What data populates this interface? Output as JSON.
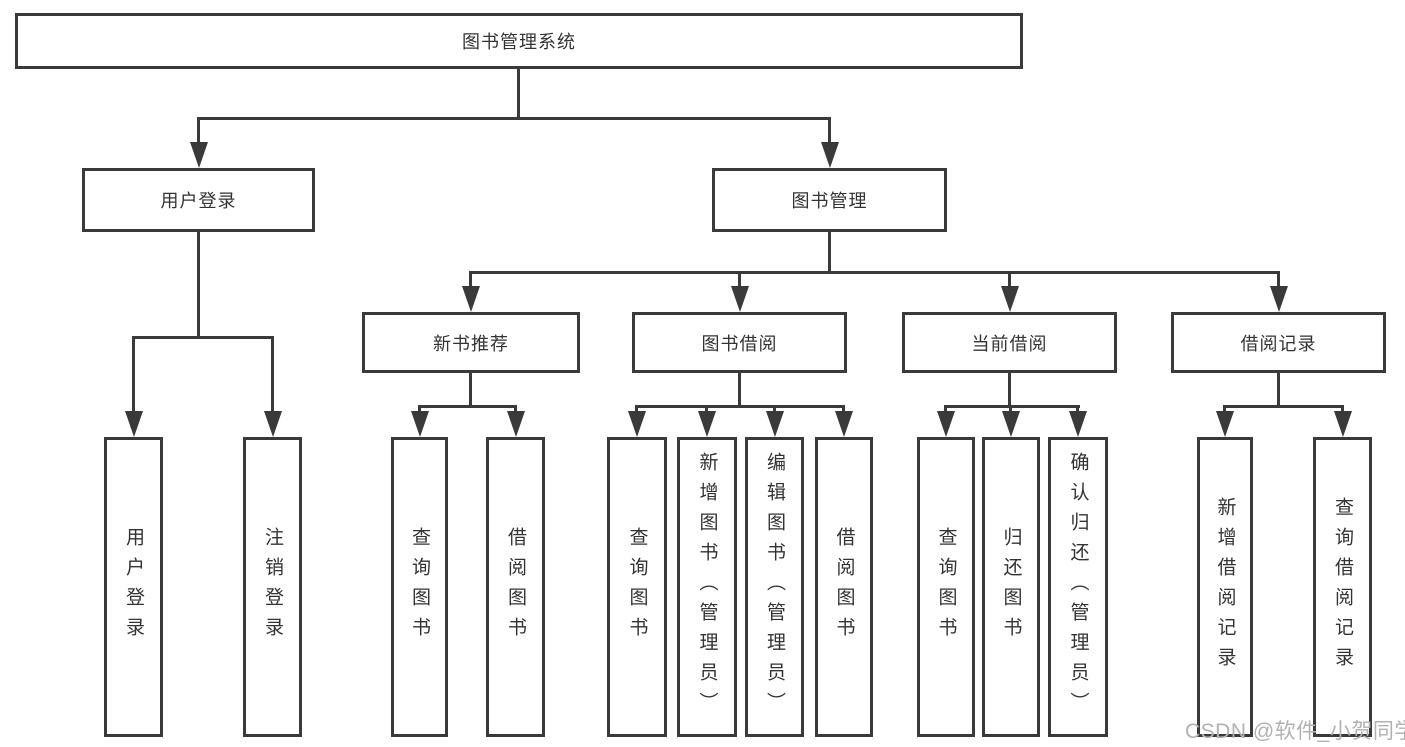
{
  "nodes": {
    "root": {
      "label": "图书管理系统"
    },
    "level2": [
      {
        "id": "user-login",
        "label": "用户登录"
      },
      {
        "id": "book-management",
        "label": "图书管理"
      }
    ],
    "level3": [
      {
        "id": "new-book-recommend",
        "label": "新书推荐"
      },
      {
        "id": "book-borrow",
        "label": "图书借阅"
      },
      {
        "id": "current-borrow",
        "label": "当前借阅"
      },
      {
        "id": "borrow-records",
        "label": "借阅记录"
      }
    ],
    "level4": {
      "user_login": [
        {
          "label": "用户登录"
        },
        {
          "label": "注销登录"
        }
      ],
      "new_book_recommend": [
        {
          "label": "查询图书"
        },
        {
          "label": "借阅图书"
        }
      ],
      "book_borrow": [
        {
          "label": "查询图书"
        },
        {
          "label": "新增图书（管理员）"
        },
        {
          "label": "编辑图书（管理员）"
        },
        {
          "label": "借阅图书"
        }
      ],
      "current_borrow": [
        {
          "label": "查询图书"
        },
        {
          "label": "归还图书"
        },
        {
          "label": "确认归还（管理员）"
        }
      ],
      "borrow_records": [
        {
          "label": "新增借阅记录"
        },
        {
          "label": "查询借阅记录"
        }
      ]
    }
  },
  "watermark": {
    "text": "CSDN @软件_小贺同学",
    "color": "#b2b2b2"
  },
  "colors": {
    "line": "#3a3a3a",
    "text": "#333333",
    "background": "#ffffff"
  }
}
